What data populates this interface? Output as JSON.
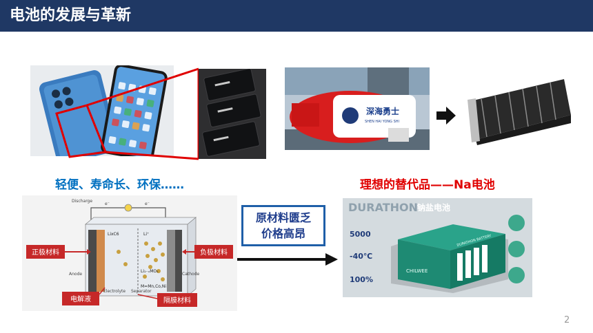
{
  "slide": {
    "title": "电池的发展与革新",
    "page_number": "2"
  },
  "captions": {
    "left": "轻便、寿命长、环保……",
    "right": "理想的替代品——Na电池"
  },
  "cost_box": {
    "line1": "原材料匮乏",
    "line2": "价格高昂"
  },
  "submersible": {
    "name_cn": "深海勇士",
    "name_pinyin": "SHEN HAI YONG SHI"
  },
  "battery_diagram": {
    "discharge": "Discharge",
    "e_left": "e⁻",
    "e_right": "e⁻",
    "lixc6": "LixC6",
    "li_plus": "Li⁺",
    "li_mo2": "Li₁₋ₓMO₂",
    "m_formula": "M=Mn,Co,Ni",
    "anode": "Anode",
    "cathode": "Cathode",
    "electrolyte": "Electrolyte",
    "separator": "Separator",
    "label_positive": "正极材料",
    "label_negative": "负极材料",
    "label_electrolyte": "电解液",
    "label_separator": "隔膜材料"
  },
  "durathon": {
    "brand": "DURATHON",
    "product": "钠盐电池",
    "cycles": "5000",
    "temp": "-40℃",
    "recycle": "100%",
    "logo": "CHILWEE",
    "box_label": "DURATHON BATTERY"
  }
}
